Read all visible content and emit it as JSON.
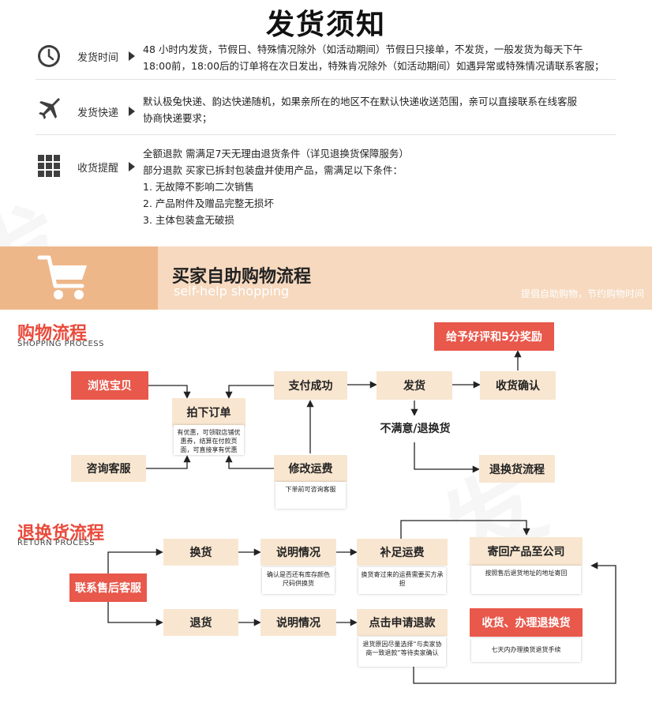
{
  "title": "发货须知",
  "info": {
    "rows": [
      {
        "label": "发货时间",
        "icon": "clock-icon",
        "lines": [
          "48 小时内发货，节假日、特殊情况除外（如活动期间）节假日只接单，不发货，一般发货为每天下午",
          "18:00前，18:00后的订单将在次日发出，特殊肯况除外（如活动期间）如遇异常或特殊情况请联系客服；"
        ]
      },
      {
        "label": "发货快递",
        "icon": "airplane-icon",
        "lines": [
          "默认极兔快递、韵达快递随机，如果亲所在的地区不在默认快递收送范围，亲可以直接联系在线客服",
          "协商快递要求；"
        ]
      },
      {
        "label": "收货提醒",
        "icon": "grid-icon",
        "lines": [
          "全额退款 需满足7天无理由退货条件（详见退换货保障服务）",
          "部分退款 买家已拆封包装盘并使用产品，需满足以下条件：",
          "1. 无故障不影响二次销售",
          "2. 产品附件及赠品完整无损坏",
          "3. 主体包装盒无破损"
        ]
      }
    ]
  },
  "banner": {
    "title": "买家自助购物流程",
    "subtitle": "self-help shopping",
    "slogan": "提倡自助购物，节约购物时间",
    "icon": "shopping-cart-icon"
  },
  "shopping": {
    "title": "购物流程",
    "subtitle": "SHOPPING PROCESS",
    "browse": "浏览宝贝",
    "consult": "咨询客服",
    "order": "拍下订单",
    "order_note": "有优惠，可领取店铺优惠券，结算在付款页面，可直接享有优惠",
    "pay": "支付成功",
    "modify": "修改运费",
    "modify_note": "下单前可咨询客服",
    "ship": "发货",
    "confirm": "收货确认",
    "praise": "给予好评和5分奖励",
    "unsatisfied": "不满意/退换货",
    "return_flow": "退换货流程"
  },
  "returns": {
    "title": "退换货流程",
    "subtitle": "RETURN PROCESS",
    "contact": "联系售后客服",
    "exchange": "换货",
    "refund": "退货",
    "explain1": "说明情况",
    "explain1_note": "确认是否还有库存颜色尺码供换货",
    "explain2": "说明情况",
    "freight": "补足运费",
    "freight_note": "换货寄过来的运费需要买方承担",
    "apply": "点击申请退款",
    "apply_note": "退货原因尽量选择“与卖家协商一致退款”等待卖家确认",
    "send": "寄回产品至公司",
    "send_note": "按照售后退货地址的地址寄回",
    "receive": "收货、办理退换货",
    "receive_note": "七天内办理换货退货手续"
  }
}
